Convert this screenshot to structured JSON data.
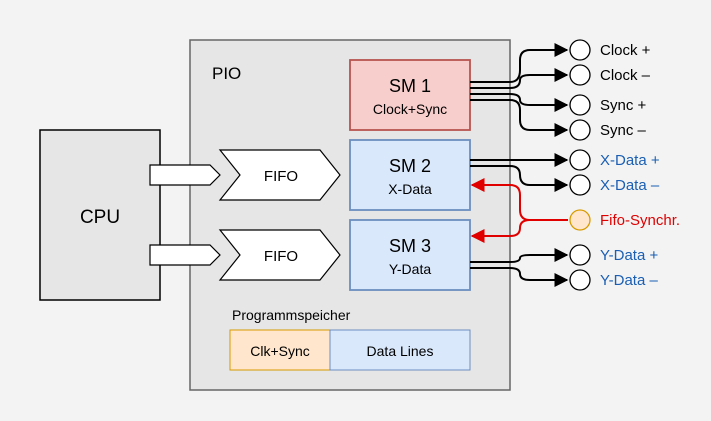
{
  "pio_label": "PIO",
  "cpu_label": "CPU",
  "fifo_label": "FIFO",
  "sm1": {
    "title": "SM 1",
    "subtitle": "Clock+Sync"
  },
  "sm2": {
    "title": "SM 2",
    "subtitle": "X-Data"
  },
  "sm3": {
    "title": "SM 3",
    "subtitle": "Y-Data"
  },
  "program_memory": {
    "label": "Programmspeicher",
    "cell_1": "Clk+Sync",
    "cell_2": "Data Lines"
  },
  "outputs": {
    "clock_plus": "Clock +",
    "clock_minus": "Clock –",
    "sync_plus": "Sync +",
    "sync_minus": "Sync –",
    "xdata_plus": "X-Data +",
    "xdata_minus": "X-Data –",
    "fifo_sync": "Fifo-Synchr.",
    "ydata_plus": "Y-Data +",
    "ydata_minus": "Y-Data –"
  },
  "colors": {
    "black_label": "#000000",
    "blue_label": "#1a5fb4",
    "red_label": "#e00000",
    "sm1_fill": "#f8cecc",
    "sm1_stroke": "#b85450",
    "sm_blue_fill": "#dae8fc",
    "sm_blue_stroke": "#6c8ebf",
    "orange_fill": "#ffe6cc",
    "orange_stroke": "#d79b00"
  }
}
